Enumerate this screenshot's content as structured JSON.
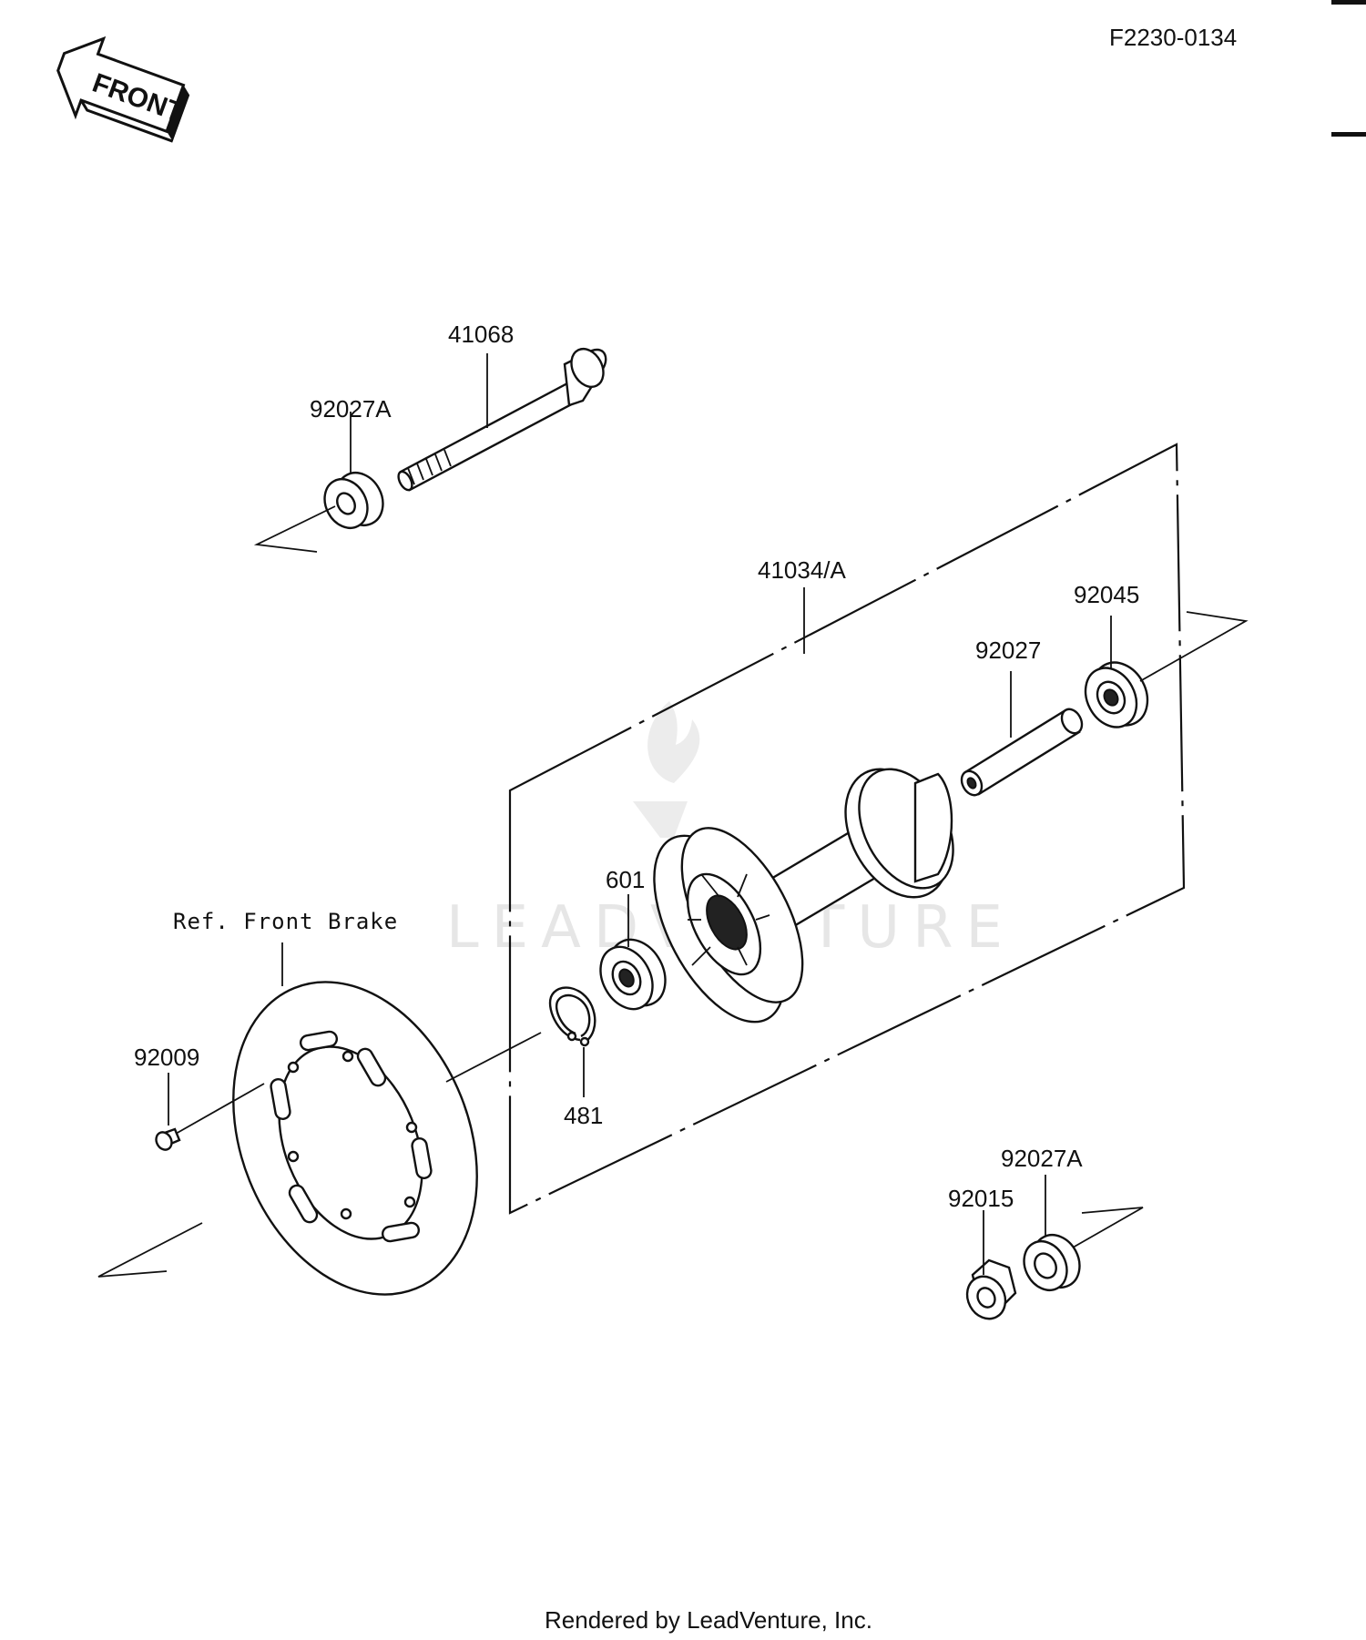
{
  "diagram_id": "F2230-0134",
  "front_arrow_text": "FRONT",
  "reference_note": "Ref. Front Brake",
  "part_labels": {
    "axle": "41068",
    "collar_upper": "92027A",
    "hub": "41034/A",
    "bearing_right": "92045",
    "spacer": "92027",
    "bearing_left": "601",
    "circlip": "481",
    "disc_bolt": "92009",
    "collar_lower": "92027A",
    "axle_nut": "92015"
  },
  "watermark": "LEADVENTURE",
  "footer": "Rendered by LeadVenture, Inc."
}
